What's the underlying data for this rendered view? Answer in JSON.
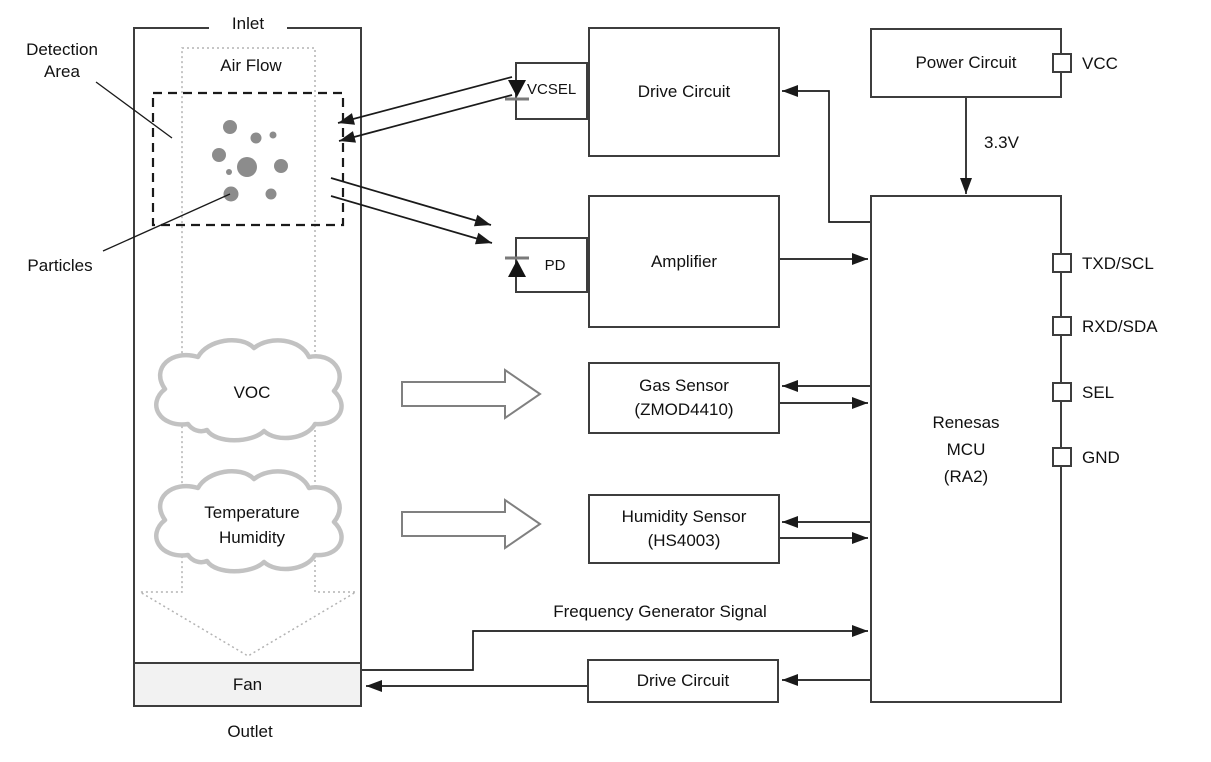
{
  "duct": {
    "inlet_label": "Inlet",
    "air_flow_label": "Air Flow",
    "detection_area_label": "Detection Area",
    "particles_label": "Particles",
    "voc_label": "VOC",
    "temperature_label": "Temperature",
    "humidity_label": "Humidity",
    "fan_label": "Fan",
    "outlet_label": "Outlet"
  },
  "blocks": {
    "vcsel": "VCSEL",
    "drive_circuit_top": "Drive Circuit",
    "pd": "PD",
    "amplifier": "Amplifier",
    "gas_sensor": {
      "line1": "Gas Sensor",
      "line2": "(ZMOD4410)"
    },
    "humidity_sensor": {
      "line1": "Humidity Sensor",
      "line2": "(HS4003)"
    },
    "drive_circuit_bottom": "Drive Circuit",
    "power_circuit": "Power Circuit",
    "mcu": {
      "line1": "Renesas",
      "line2": "MCU",
      "line3": "(RA2)"
    }
  },
  "pins": {
    "vcc": "VCC",
    "txd_scl": "TXD/SCL",
    "rxd_sda": "RXD/SDA",
    "sel": "SEL",
    "gnd": "GND"
  },
  "annotations": {
    "voltage": "3.3V",
    "frequency_signal": "Frequency Generator Signal"
  },
  "colors": {
    "line": "#1a1a1a",
    "box_border": "#3d3d3d",
    "fan_fill": "#f2f2f2",
    "particle": "#8c8c8c",
    "cloud_stroke": "#c2c2c2",
    "flow_dotted": "#b3b3b3",
    "block_arrow_stroke": "#808080"
  }
}
